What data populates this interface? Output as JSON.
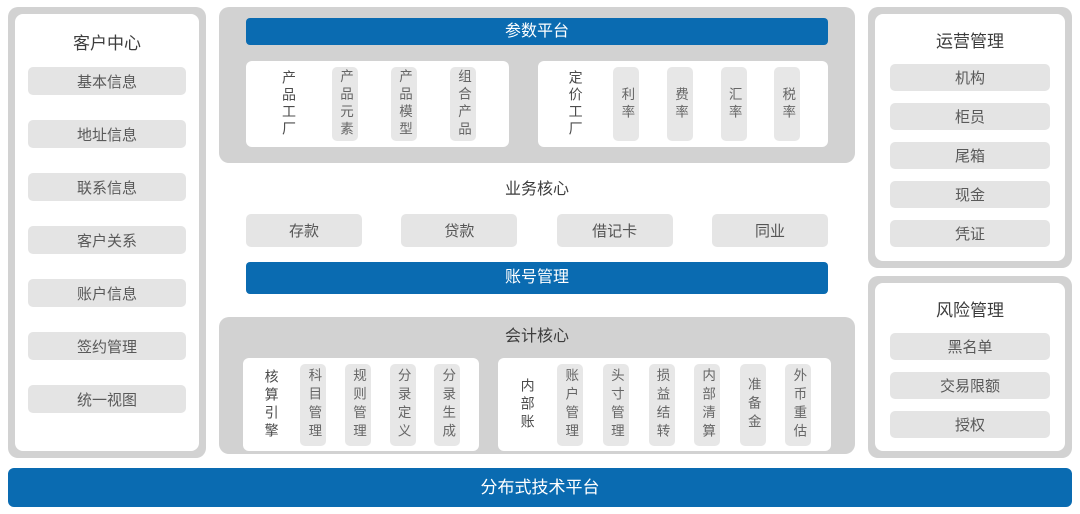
{
  "customer_center": {
    "title": "客户中心",
    "items": [
      "基本信息",
      "地址信息",
      "联系信息",
      "客户关系",
      "账户信息",
      "签约管理",
      "统一视图"
    ]
  },
  "parameter_platform": {
    "title": "参数平台",
    "groups": [
      {
        "label": "产品工厂",
        "items": [
          "产品元素",
          "产品模型",
          "组合产品"
        ]
      },
      {
        "label": "定价工厂",
        "items": [
          "利率",
          "费率",
          "汇率",
          "税率"
        ]
      }
    ]
  },
  "business_core": {
    "title": "业务核心",
    "items": [
      "存款",
      "贷款",
      "借记卡",
      "同业"
    ],
    "account_bar": "账号管理"
  },
  "accounting_core": {
    "title": "会计核心",
    "groups": [
      {
        "label": "核算引擎",
        "items": [
          "科目管理",
          "规则管理",
          "分录定义",
          "分录生成"
        ]
      },
      {
        "label": "内部账",
        "items": [
          "账户管理",
          "头寸管理",
          "损益结转",
          "内部清算",
          "准备金",
          "外币重估"
        ]
      }
    ]
  },
  "operations": {
    "title": "运营管理",
    "items": [
      "机构",
      "柜员",
      "尾箱",
      "现金",
      "凭证"
    ]
  },
  "risk": {
    "title": "风险管理",
    "items": [
      "黑名单",
      "交易限额",
      "授权"
    ]
  },
  "footer": {
    "label": "分布式技术平台"
  },
  "colors": {
    "accent_blue": "#0a6bb1",
    "panel_gray": "#d2d2d2",
    "chip_gray": "#e4e4e4",
    "card_white": "#ffffff"
  }
}
